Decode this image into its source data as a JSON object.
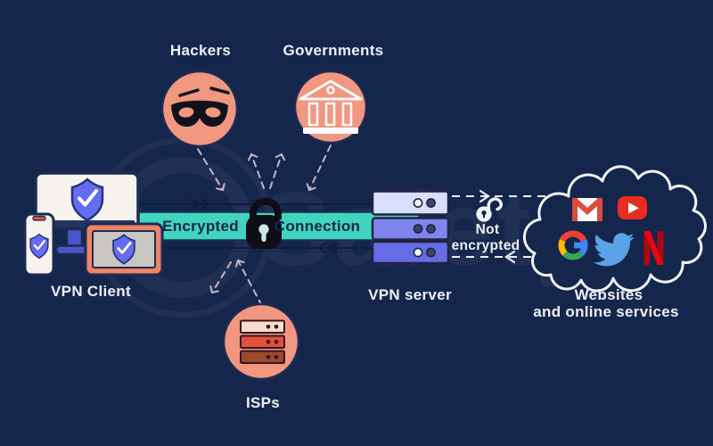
{
  "watermark": {
    "text": "Safety"
  },
  "colors": {
    "background": "#15264c",
    "teal": "#41d4be",
    "salmon": "#f2977f",
    "ink": "#1d2b52",
    "indigo": "#4a55cc",
    "shield": "#636df2",
    "server_light": "#d9defa",
    "server_mid": "#7e85ef",
    "server_dark": "#666ce6",
    "isp_light": "#f8dccb",
    "isp_red": "#e2503a",
    "isp_brown": "#9c4a2e",
    "white": "#f3f4f8",
    "dashed_pink": "#c9b3c4",
    "lock_black": "#0d0e16",
    "gmail_red": "#dd4b3e",
    "youtube_red": "#e82c1e",
    "google_blue": "#4285f4",
    "google_red": "#ea4335",
    "google_yellow": "#fbbc05",
    "google_green": "#34a853",
    "twitter_blue": "#5aa3e8",
    "netflix_red": "#e50914"
  },
  "nodes": {
    "hackers": {
      "label": "Hackers",
      "icon": "hacker-mask-icon"
    },
    "governments": {
      "label": "Governments",
      "icon": "government-building-icon"
    },
    "isps": {
      "label": "ISPs",
      "icon": "isp-server-stack-icon"
    },
    "vpn_client": {
      "label": "VPN Client",
      "icons": [
        "laptop-shield-icon",
        "phone-shield-icon",
        "tablet-shield-icon"
      ]
    },
    "vpn_server": {
      "label": "VPN server",
      "icon": "server-stack-icon"
    },
    "websites": {
      "label_line1": "Websites",
      "label_line2": "and online services",
      "icon": "cloud-icon",
      "service_icons": [
        "gmail-icon",
        "youtube-icon",
        "google-icon",
        "twitter-icon",
        "netflix-icon"
      ]
    }
  },
  "tunnel": {
    "encrypted_label": "Encrypted",
    "connection_label": "Connection",
    "icon": "padlock-closed-icon"
  },
  "unencrypted": {
    "line1": "Not",
    "line2": "encrypted",
    "icon": "padlock-open-icon"
  }
}
